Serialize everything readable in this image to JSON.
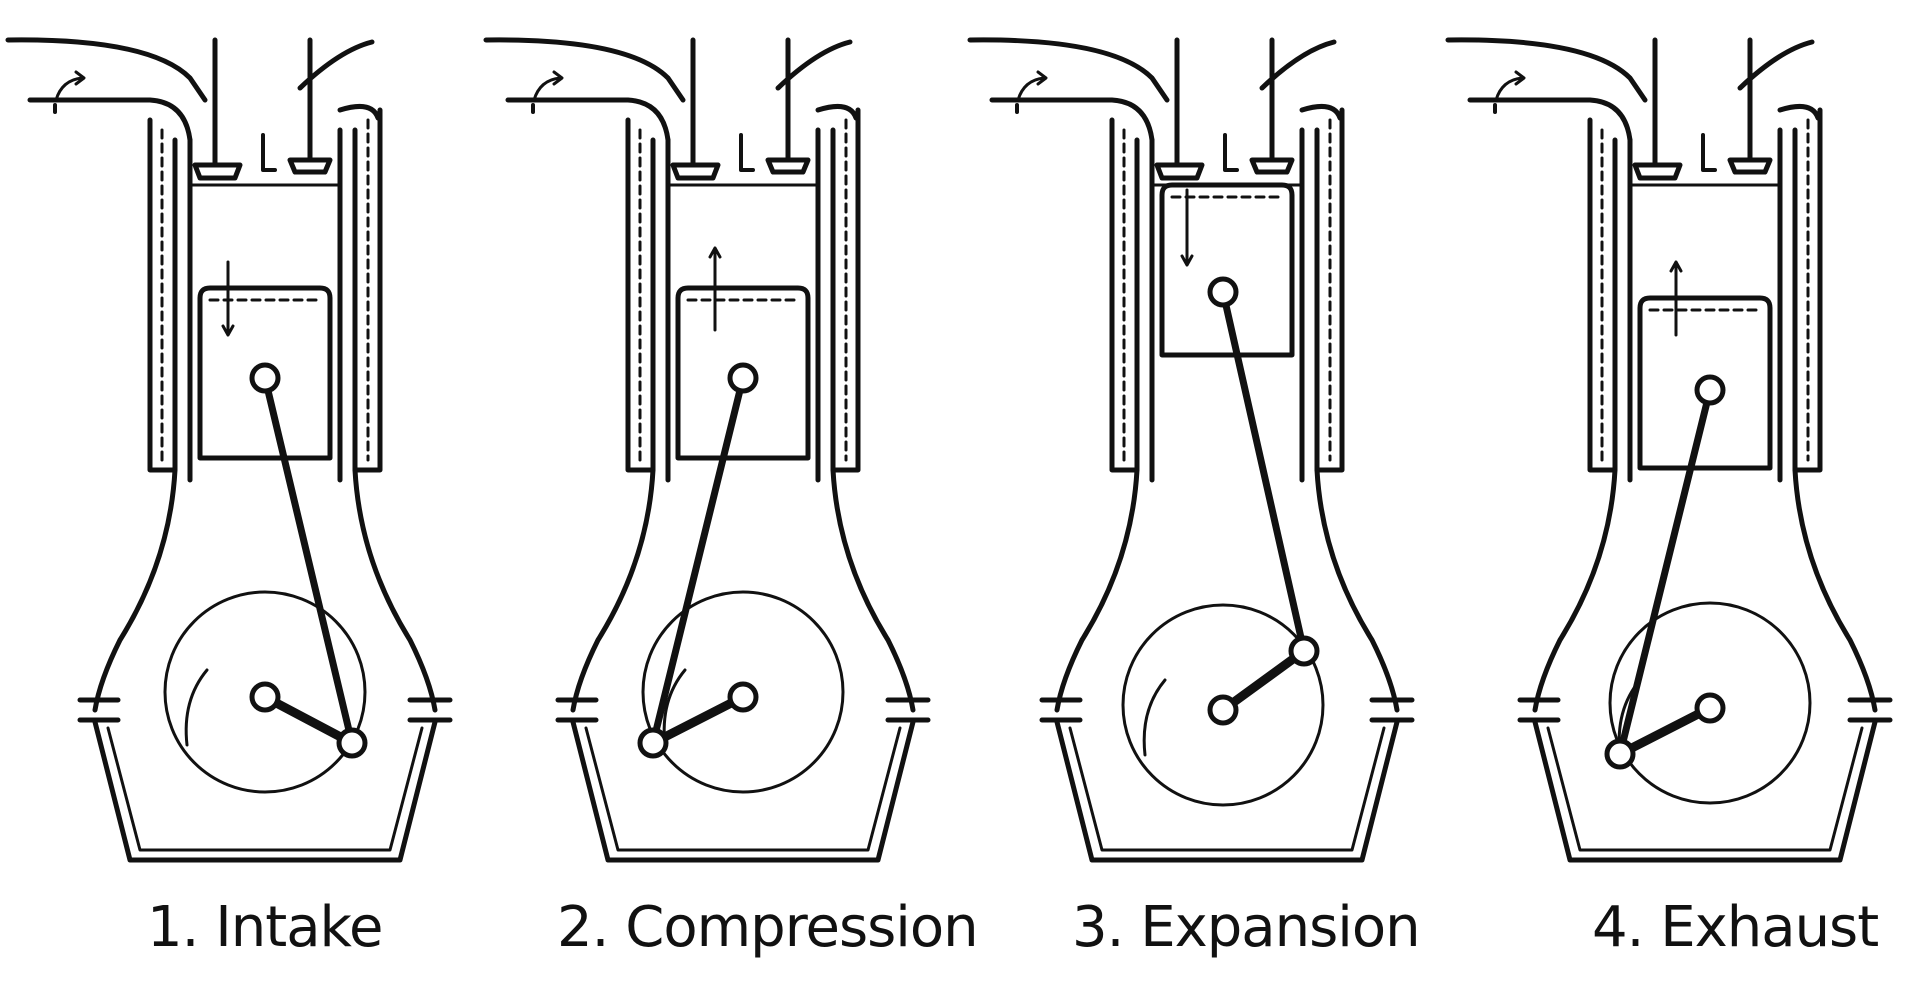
{
  "stages": [
    {
      "label": "1. Intake",
      "piston_direction": "down",
      "intake_valve": "open",
      "exhaust_valve": "closed"
    },
    {
      "label": "2. Compression",
      "piston_direction": "up",
      "intake_valve": "closed",
      "exhaust_valve": "closed"
    },
    {
      "label": "3. Expansion",
      "piston_direction": "down",
      "intake_valve": "closed",
      "exhaust_valve": "closed"
    },
    {
      "label": "4. Exhaust",
      "piston_direction": "up",
      "intake_valve": "closed",
      "exhaust_valve": "open"
    }
  ],
  "colors": {
    "line": "#111111",
    "background": "#ffffff"
  }
}
